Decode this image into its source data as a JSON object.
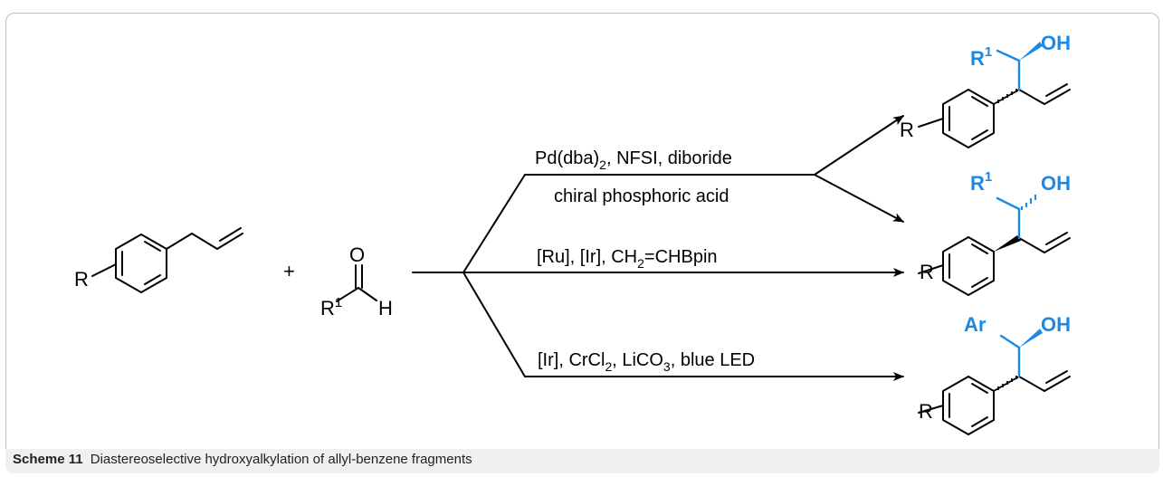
{
  "reagents": {
    "plus": "+",
    "arene_substituent": "R",
    "aldehyde_oxygen": "O",
    "aldehyde_r": "R",
    "aldehyde_r_sup": "1",
    "aldehyde_h": "H"
  },
  "conditions": {
    "pd_line1_a": "Pd(dba)",
    "pd_line1_sub": "2",
    "pd_line1_b": ", NFSI, diboride",
    "pd_line2": "chiral phosphoric acid",
    "ru_a": "[Ru], [Ir], CH",
    "ru_sub": "2",
    "ru_b": "=CHBpin",
    "ir_a": "[Ir], CrCl",
    "ir_sub1": "2",
    "ir_b": ", LiCO",
    "ir_sub2": "3",
    "ir_c": ", blue LED"
  },
  "products": {
    "ring_substituent": "R",
    "r1_label": "R",
    "r1_sup": "1",
    "oh_label": "OH",
    "ar_label": "Ar"
  },
  "caption": {
    "label": "Scheme 11",
    "text": "Diastereoselective hydroxyalkylation of allyl-benzene fragments"
  },
  "colors": {
    "highlight": "#1a8ae6",
    "caption_bar": "#f0f0f0",
    "border": "#bdbdbd"
  }
}
